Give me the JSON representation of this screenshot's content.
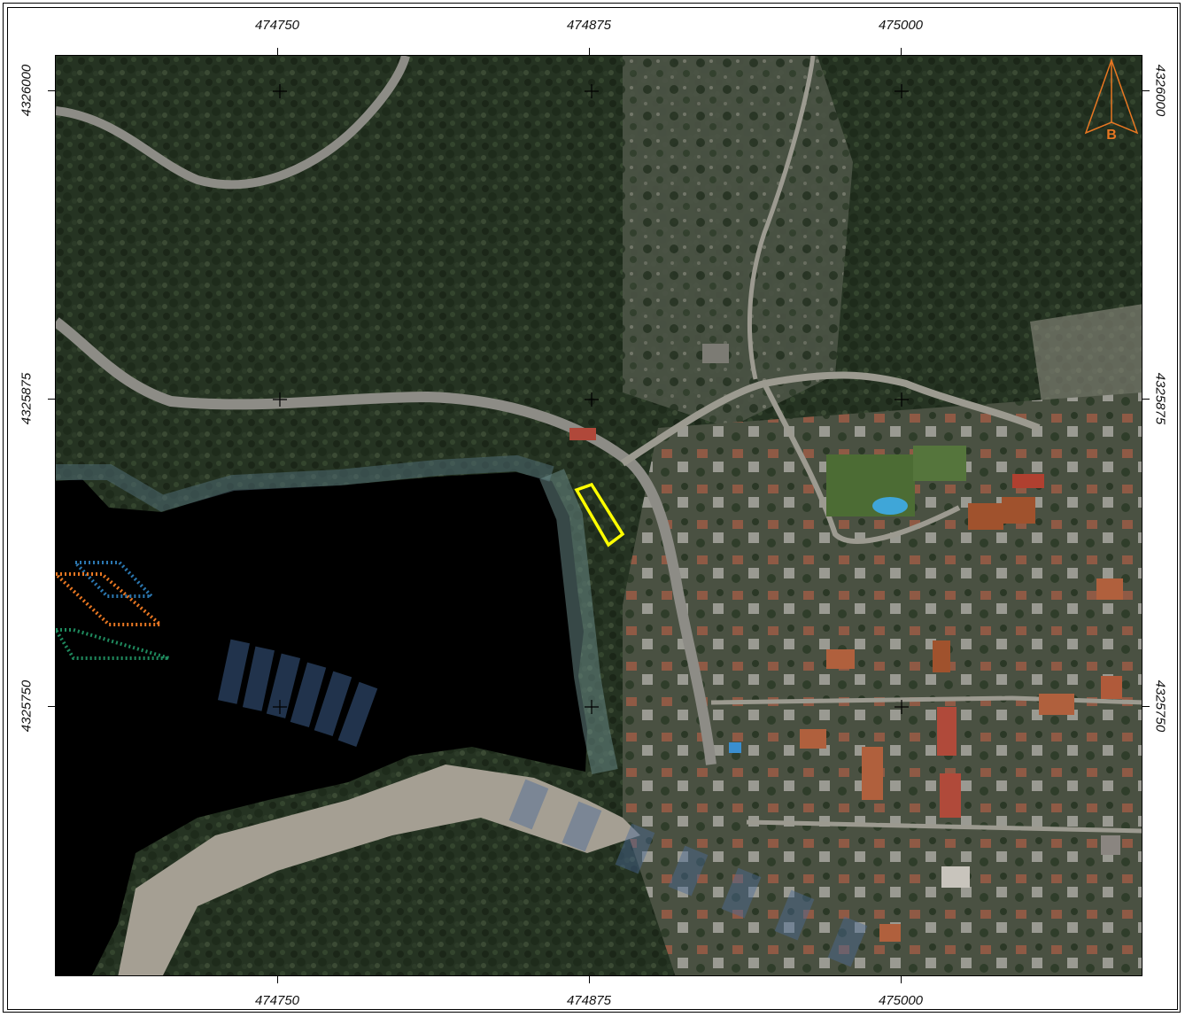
{
  "map": {
    "easting_labels": [
      "474750",
      "474875",
      "475000"
    ],
    "northing_labels": [
      "4326000",
      "4325875",
      "4325750"
    ],
    "north_arrow_letter": "B",
    "colors": {
      "frame": "#000000",
      "north_arrow": "#e87722",
      "highlight_outline": "#ffff00",
      "grid_cross": "#000000",
      "sea_mask": "#000000"
    }
  }
}
